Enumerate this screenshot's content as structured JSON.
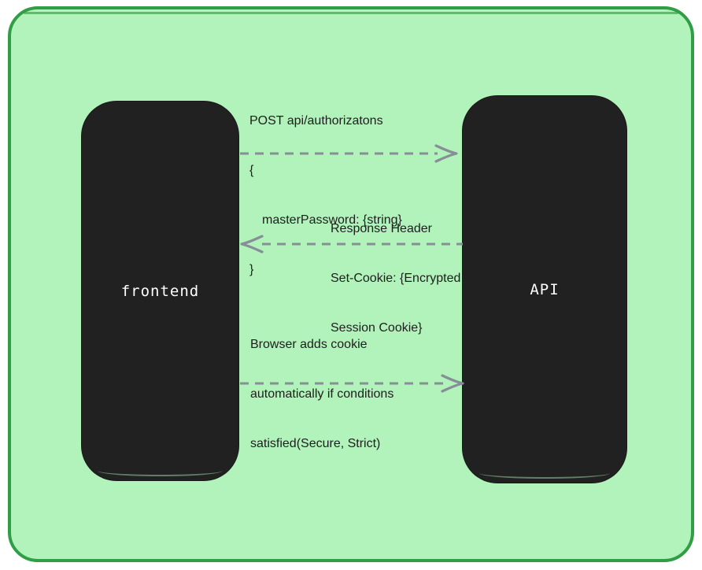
{
  "diagram": {
    "type": "sequence-diagram",
    "actors": [
      {
        "id": "frontend",
        "label": "frontend"
      },
      {
        "id": "api",
        "label": "API"
      }
    ],
    "messages": [
      {
        "direction": "right",
        "lines": [
          "POST api/authorizatons",
          "{",
          "masterPassword: {string}",
          "}"
        ]
      },
      {
        "direction": "left",
        "lines": [
          "Response Header",
          "Set-Cookie: {Encrypted",
          "Session Cookie}"
        ]
      },
      {
        "direction": "right",
        "lines": [
          "Browser adds cookie",
          "automatically if conditions",
          "satisfied(Secure, Strict)"
        ]
      }
    ],
    "colors": {
      "page_background": "#ffffff",
      "frame_fill": "#b2f2bb",
      "frame_border": "#2f9e44",
      "actor_fill": "#212121",
      "actor_text": "#ffffff",
      "arrow": "#868e96",
      "message_text": "#1e1e1e"
    }
  }
}
